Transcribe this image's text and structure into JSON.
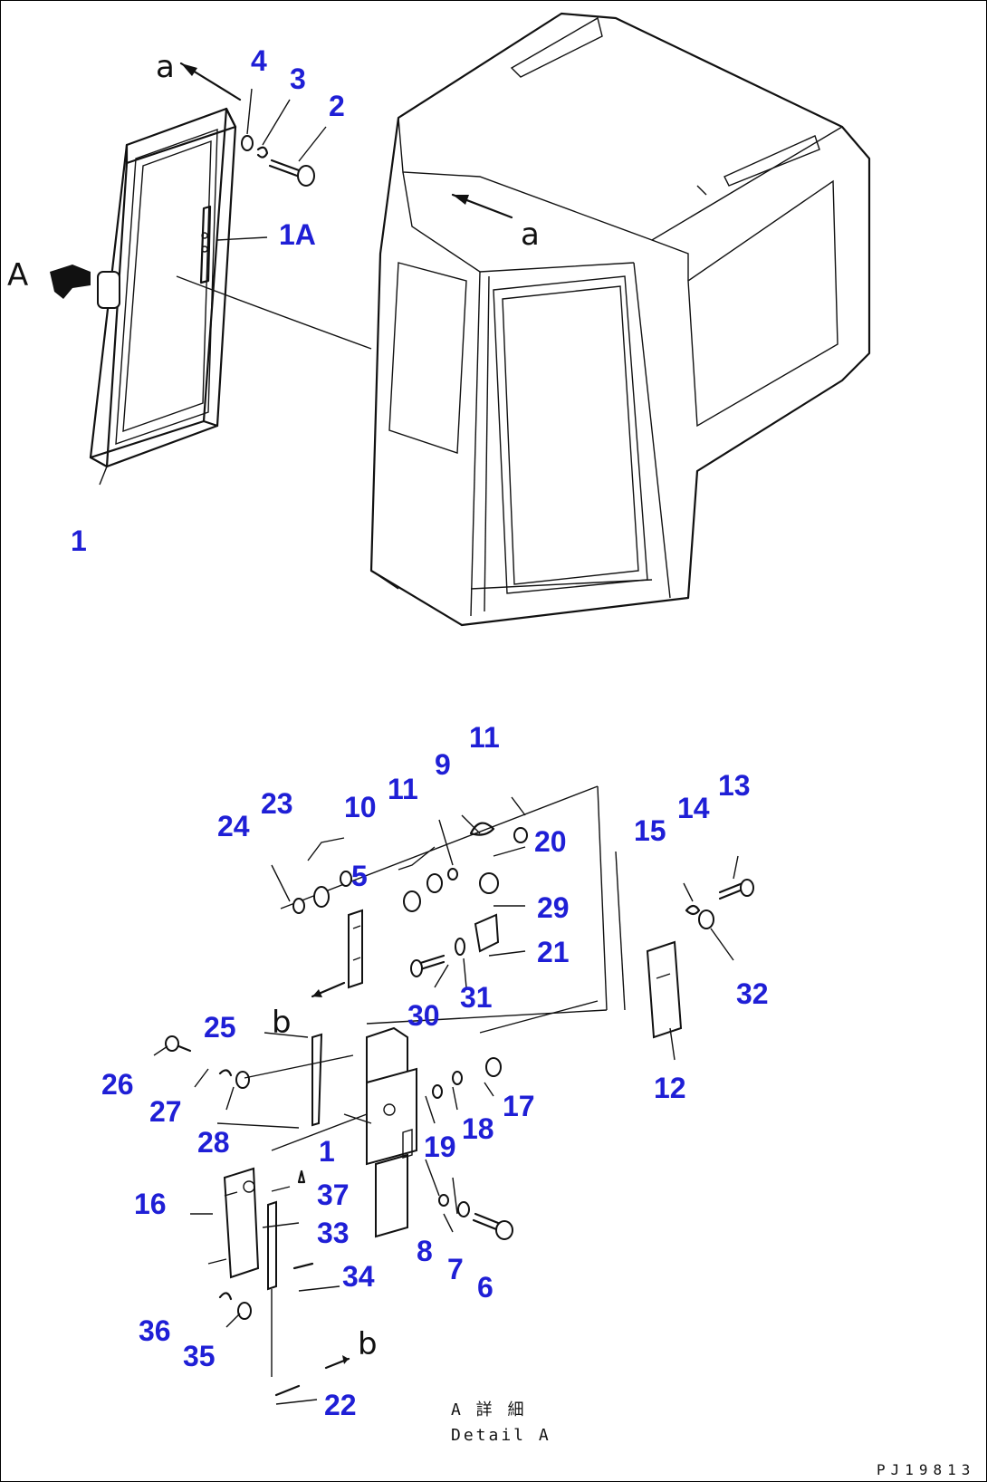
{
  "view_markers": {
    "a_top": "a",
    "a_cab": "a",
    "A_view": "A",
    "b_upper": "b",
    "b_lower": "b"
  },
  "callouts": {
    "p1": "1",
    "p1a": "1A",
    "p2": "2",
    "p3": "3",
    "p4": "4",
    "p5": "5",
    "p6": "6",
    "p7": "7",
    "p8": "8",
    "p9": "9",
    "p10": "10",
    "p11a": "11",
    "p11b": "11",
    "p12": "12",
    "p13": "13",
    "p14": "14",
    "p15": "15",
    "p16": "16",
    "p17": "17",
    "p18": "18",
    "p19": "19",
    "p20": "20",
    "p21": "21",
    "p22": "22",
    "p23": "23",
    "p24": "24",
    "p25": "25",
    "p26": "26",
    "p27": "27",
    "p28": "28",
    "p29": "29",
    "p30": "30",
    "p31": "31",
    "p32": "32",
    "p33": "33",
    "p34": "34",
    "p35": "35",
    "p36": "36",
    "p37": "37",
    "p1_detail": "1"
  },
  "detail": {
    "title_jp": "A 詳 細",
    "title_en": "Detail A"
  },
  "drawing_code": "PJ19813"
}
